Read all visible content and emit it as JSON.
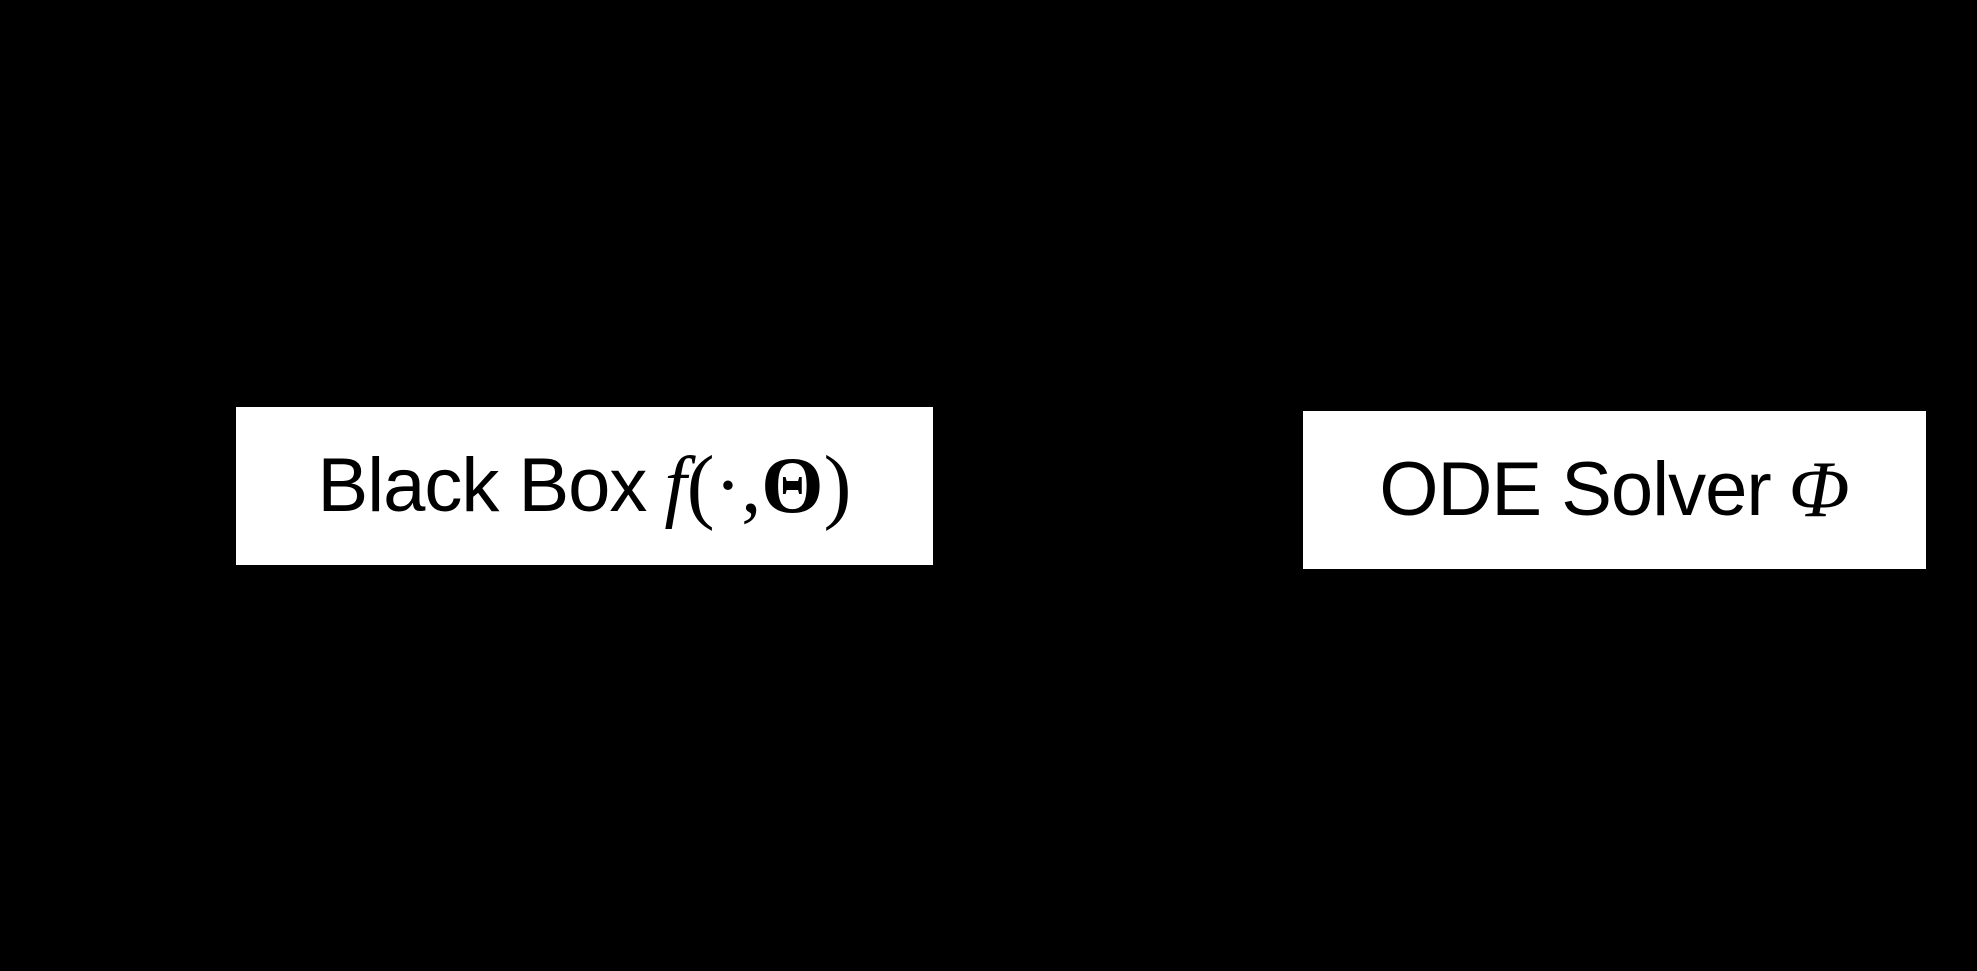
{
  "diagram": {
    "background_color": "#000000",
    "box_color": "#ffffff",
    "text_color": "#000000",
    "nodes": [
      {
        "id": "black-box",
        "label": "Black Box",
        "math": {
          "func": "f",
          "open_paren": "(",
          "arg": "·,",
          "param": "Θ",
          "close_paren": ")"
        }
      },
      {
        "id": "ode-solver",
        "label": "ODE Solver",
        "math": {
          "symbol": "Φ"
        }
      }
    ]
  }
}
